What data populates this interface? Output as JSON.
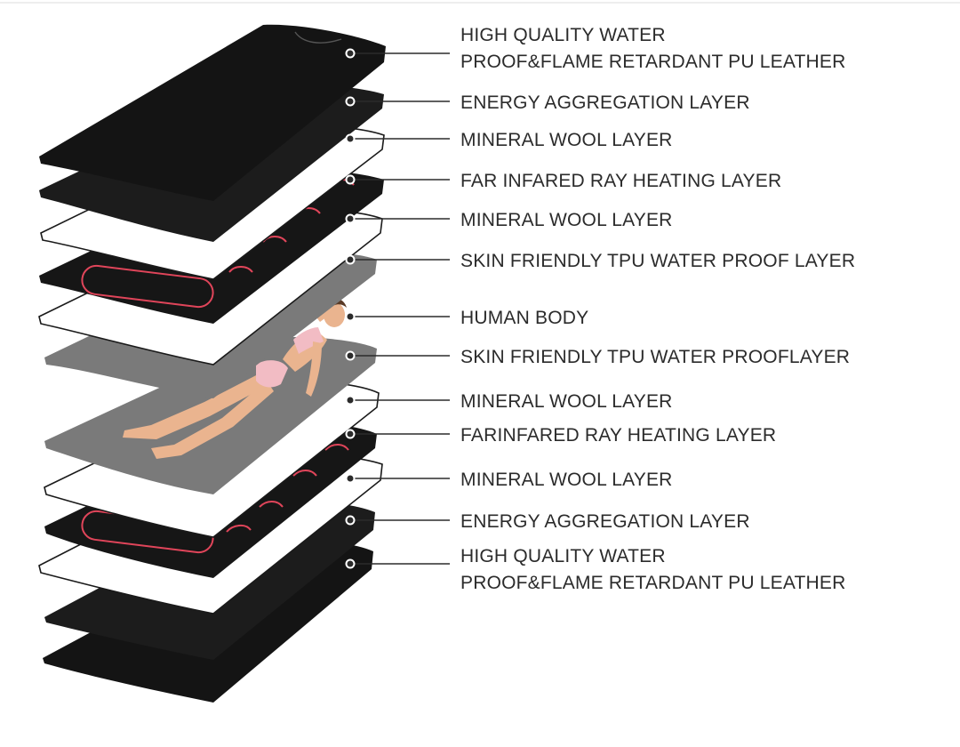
{
  "labels": [
    {
      "id": "pu-leather-top",
      "lines": [
        "HIGH QUALITY WATER",
        "PROOF&FLAME RETARDANT PU LEATHER"
      ]
    },
    {
      "id": "energy-aggregation-top",
      "lines": [
        "ENERGY AGGREGATION LAYER"
      ]
    },
    {
      "id": "mineral-wool-1",
      "lines": [
        "MINERAL WOOL LAYER"
      ]
    },
    {
      "id": "far-infrared-top",
      "lines": [
        "FAR INFARED RAY HEATING LAYER"
      ]
    },
    {
      "id": "mineral-wool-2",
      "lines": [
        "MINERAL WOOL LAYER"
      ]
    },
    {
      "id": "tpu-top",
      "lines": [
        "SKIN FRIENDLY TPU WATER PROOF LAYER"
      ]
    },
    {
      "id": "human-body",
      "lines": [
        "HUMAN BODY"
      ]
    },
    {
      "id": "tpu-bottom",
      "lines": [
        "SKIN FRIENDLY TPU WATER PROOFLAYER"
      ]
    },
    {
      "id": "mineral-wool-3",
      "lines": [
        "MINERAL WOOL LAYER"
      ]
    },
    {
      "id": "far-infrared-bottom",
      "lines": [
        "FARINFARED RAY HEATING LAYER"
      ]
    },
    {
      "id": "mineral-wool-4",
      "lines": [
        "MINERAL WOOL LAYER"
      ]
    },
    {
      "id": "energy-aggregation-bottom",
      "lines": [
        "ENERGY AGGREGATION LAYER"
      ]
    },
    {
      "id": "pu-leather-bottom",
      "lines": [
        "HIGH QUALITY WATER",
        "PROOF&FLAME RETARDANT PU LEATHER"
      ]
    }
  ],
  "colors": {
    "leather": "#141414",
    "aggregation": "#1c1c1c",
    "wool": "#ffffff",
    "heating": "#161616",
    "heating_coil": "#e0455a",
    "tpu": "#7a7a7a",
    "skin": "#eab48f",
    "underwear": "#f2bcc4",
    "hair": "#5a3a25",
    "text": "#2b2b2b"
  }
}
